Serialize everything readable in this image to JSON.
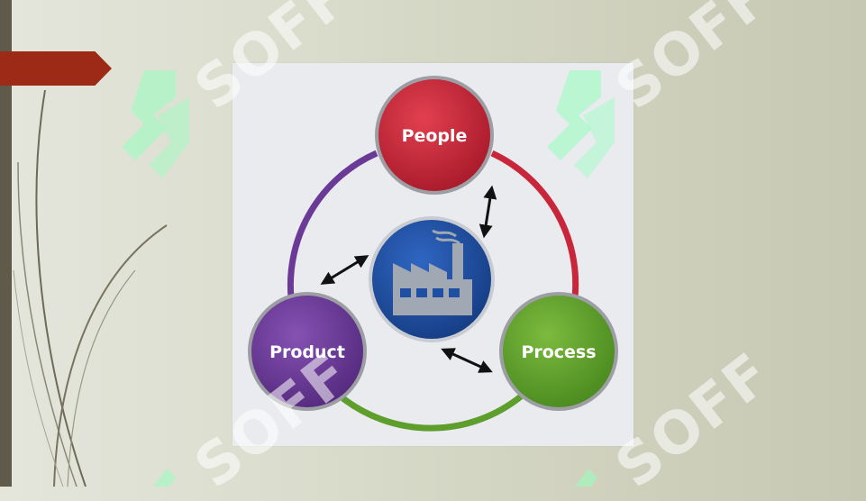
{
  "slide": {
    "accent_color": "#9c2a17",
    "sidebar_color": "#5f5a4a"
  },
  "diagram": {
    "nodes": [
      {
        "id": "people",
        "label": "People",
        "color": "#c8263a"
      },
      {
        "id": "process",
        "label": "Process",
        "color": "#5e9e2c"
      },
      {
        "id": "product",
        "label": "Product",
        "color": "#6a3a96"
      }
    ],
    "center_icon": "factory-icon",
    "center_color": "#1f4fa3",
    "arrows": [
      "people-center",
      "product-center",
      "process-center"
    ],
    "ring_colors": [
      "#c8263a",
      "#5e9e2c",
      "#6a3a96"
    ]
  },
  "watermark": {
    "text": "SOFF"
  }
}
